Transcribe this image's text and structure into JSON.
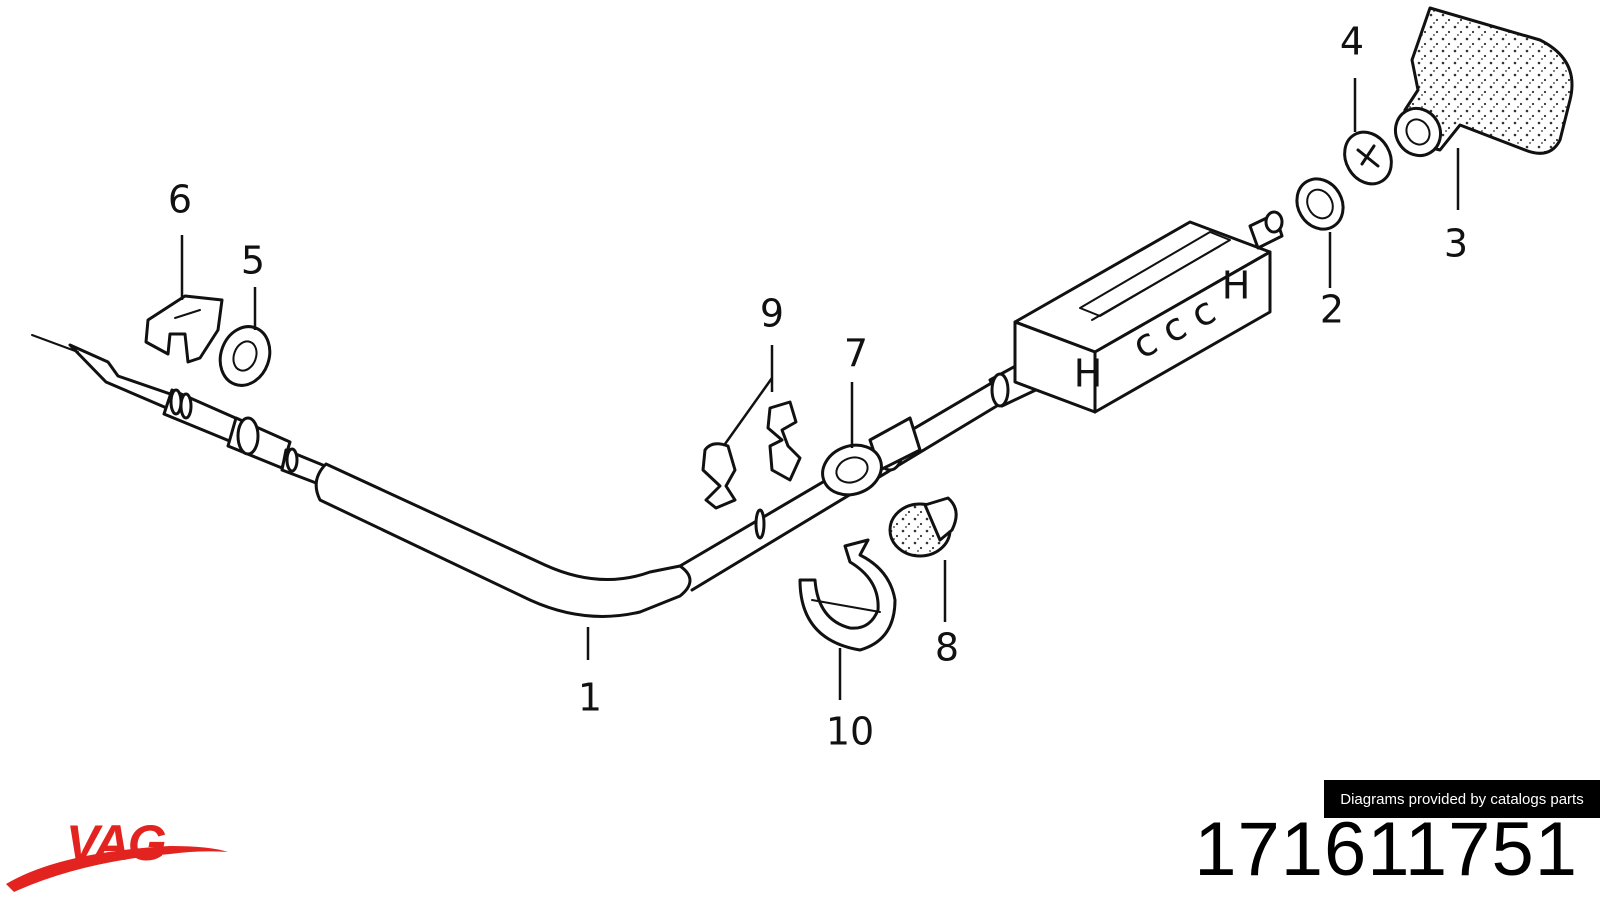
{
  "diagram": {
    "callouts": [
      {
        "id": "1",
        "label": "1"
      },
      {
        "id": "2",
        "label": "2"
      },
      {
        "id": "3",
        "label": "3"
      },
      {
        "id": "4",
        "label": "4"
      },
      {
        "id": "5",
        "label": "5"
      },
      {
        "id": "6",
        "label": "6"
      },
      {
        "id": "7",
        "label": "7"
      },
      {
        "id": "8",
        "label": "8"
      },
      {
        "id": "9",
        "label": "9"
      },
      {
        "id": "10",
        "label": "10"
      }
    ],
    "handle_letters": [
      "H",
      "H"
    ],
    "handle_text": "c c c"
  },
  "footer": {
    "credit": "Diagrams provided by catalogs parts",
    "part_number": "171611751",
    "brand": "VAG",
    "brand_color": "#e3231f"
  }
}
